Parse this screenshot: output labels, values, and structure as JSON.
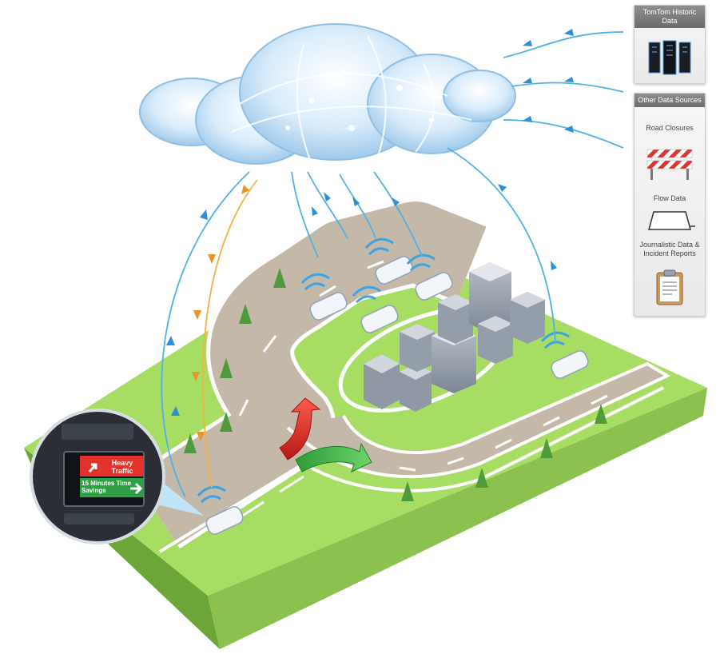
{
  "panels": {
    "historic": {
      "title": "TomTom Historic Data"
    },
    "sources": {
      "title": "Other Data Sources",
      "items": [
        {
          "label": "Road Closures",
          "icon": "roadblock-barrier-icon"
        },
        {
          "label": "Flow Data",
          "icon": "flow-data-icon"
        },
        {
          "label": "Journalistic Data & Incident Reports",
          "icon": "clipboard-icon"
        }
      ]
    }
  },
  "nav_screen": {
    "alert": "Heavy Traffic",
    "savings": "15 Minutes Time Savings"
  },
  "colors": {
    "grass": "#a7dd63",
    "grass_side": "#7fb545",
    "road": "#c4b8a8",
    "upload_arrow": "#4fb1e8",
    "download_arrow": "#f5b043",
    "blocked_route": "#e8322c",
    "recommended_route": "#3fb54a"
  }
}
